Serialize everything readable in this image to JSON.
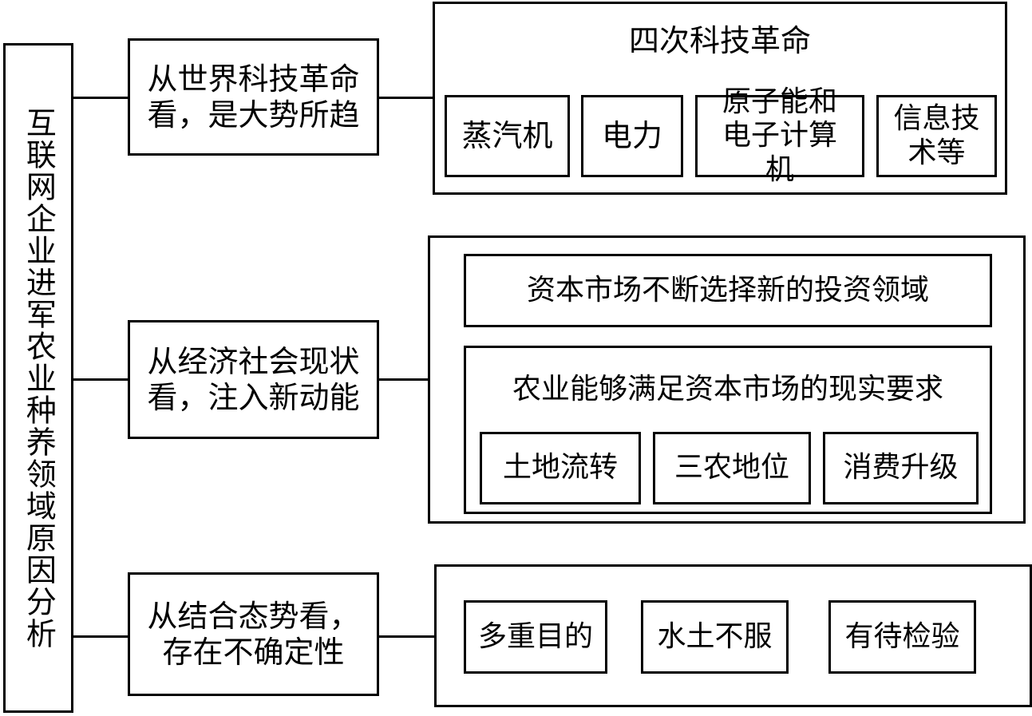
{
  "root": {
    "label": "互联网企业进军农业种养领域原因分析"
  },
  "branches": [
    {
      "label_line1": "从世界科技革命",
      "label_line2": "看，是大势所趋",
      "group": {
        "title": "四次科技革命",
        "items": [
          "蒸汽机",
          "电力",
          "原子能和电子计算机",
          "信息技术等"
        ]
      }
    },
    {
      "label_line1": "从经济社会现状",
      "label_line2": "看，注入新动能",
      "group": {
        "top": "资本市场不断选择新的投资领域",
        "inner_title": "农业能够满足资本市场的现实要求",
        "items": [
          "土地流转",
          "三农地位",
          "消费升级"
        ]
      }
    },
    {
      "label_line1": "从结合态势看，",
      "label_line2": "存在不确定性",
      "group": {
        "items": [
          "多重目的",
          "水土不服",
          "有待检验"
        ]
      }
    }
  ]
}
